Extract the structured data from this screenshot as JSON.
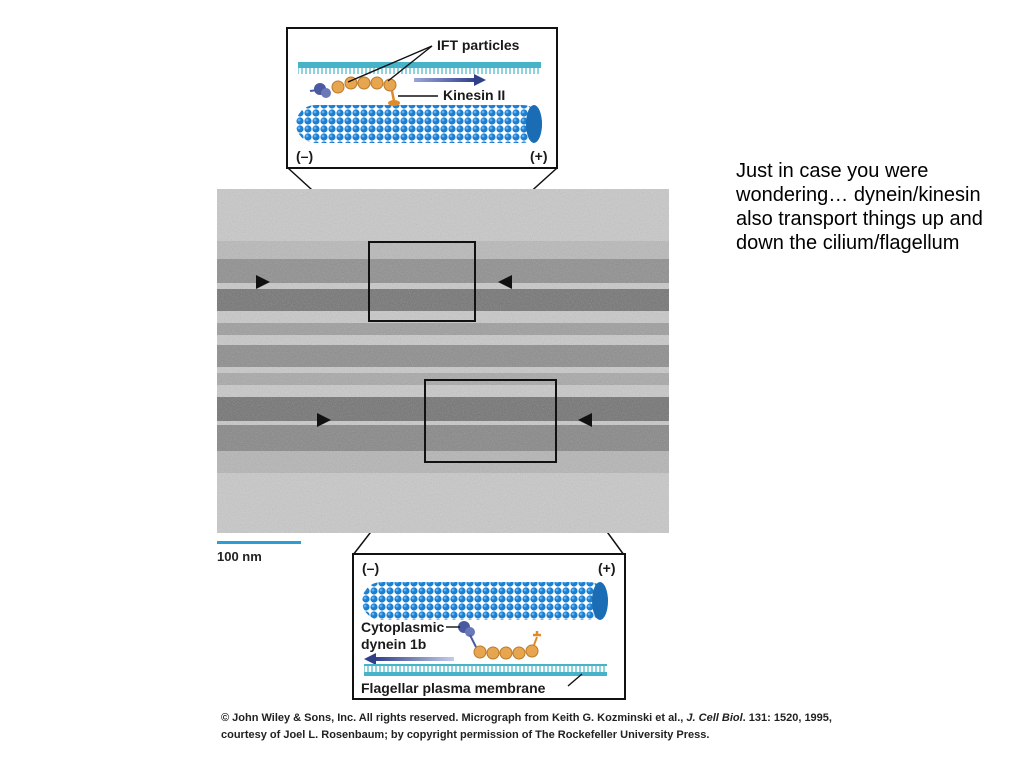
{
  "top_inset": {
    "ift_label": "IFT particles",
    "kinesin_label": "Kinesin II",
    "minus_end": "(–)",
    "plus_end": "(+)"
  },
  "bottom_inset": {
    "minus_end": "(–)",
    "plus_end": "(+)",
    "dynein_label_line1": "Cytoplasmic",
    "dynein_label_line2": "dynein 1b",
    "membrane_label": "Flagellar plasma membrane"
  },
  "scale_bar": {
    "label": "100 nm"
  },
  "side_text": "Just in case you were wondering… dynein/kinesin also transport things up and down the cilium/flagellum",
  "credit": {
    "part1": "© John Wiley & Sons, Inc. All rights reserved. Micrograph from Keith G. Kozminski et al., ",
    "journal": "J. Cell Biol",
    "part2": ". 131: 1520, 1995, courtesy of Joel L. Rosenbaum; by copyright permission of The Rockefeller University Press."
  },
  "colors": {
    "microtubule": "#1e7fd0",
    "membrane": "#46b3c9",
    "ift_particle": "#e8a54f",
    "motor_head": "#4a5aa0",
    "arrow": "#2f3f8a"
  }
}
